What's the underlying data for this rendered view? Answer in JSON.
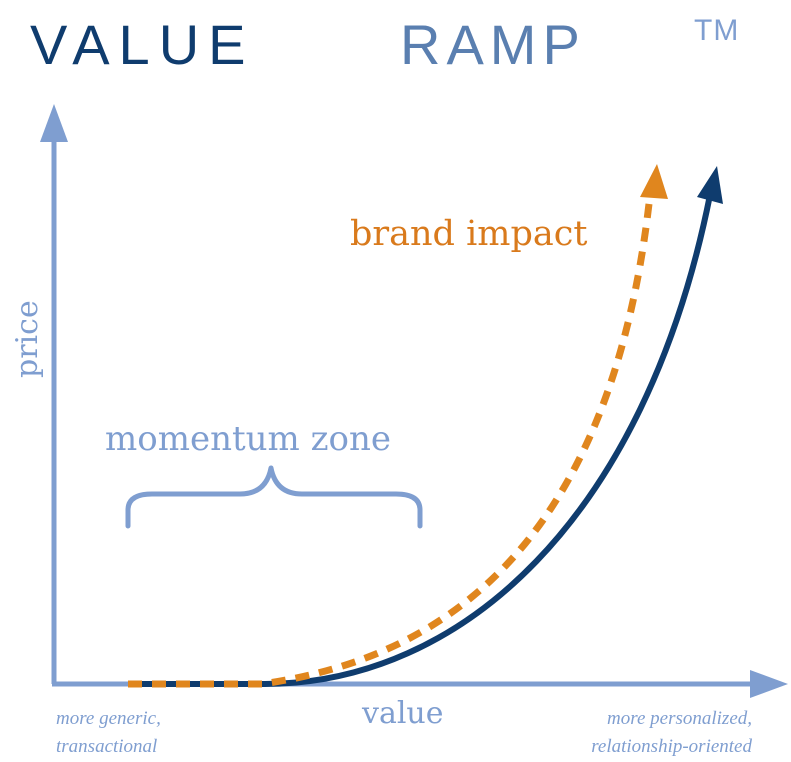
{
  "title": {
    "main": "VALUE",
    "second": "RAMP",
    "trademark": "TM"
  },
  "axes": {
    "y_label": "price",
    "x_label": "value",
    "x_left_line1": "more generic,",
    "x_left_line2": "transactional",
    "x_right_line1": "more personalized,",
    "x_right_line2": "relationship-oriented"
  },
  "annotations": {
    "zone_label": "momentum zone",
    "brand_label": "brand impact"
  },
  "colors": {
    "title_dark": "#0f3c6e",
    "title_light": "#5a7fb0",
    "axis": "#7f9ed0",
    "solid_curve": "#0f3c6e",
    "dashed_curve": "#e0861e",
    "brand_text": "#d97a1c",
    "zone_text": "#7f9ed0"
  }
}
